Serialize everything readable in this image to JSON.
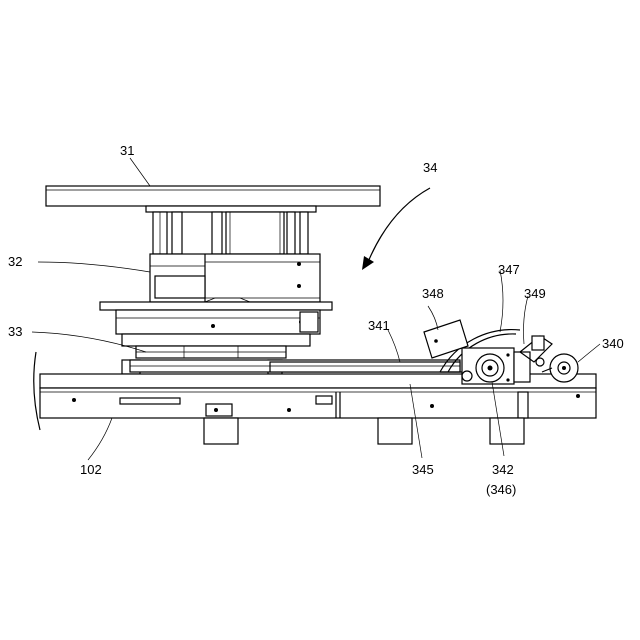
{
  "labels": {
    "l31": "31",
    "l32": "32",
    "l33": "33",
    "l34": "34",
    "l340": "340",
    "l341": "341",
    "l342": "342",
    "l346": "(346)",
    "l345": "345",
    "l347": "347",
    "l348": "348",
    "l349": "349",
    "l102": "102"
  }
}
